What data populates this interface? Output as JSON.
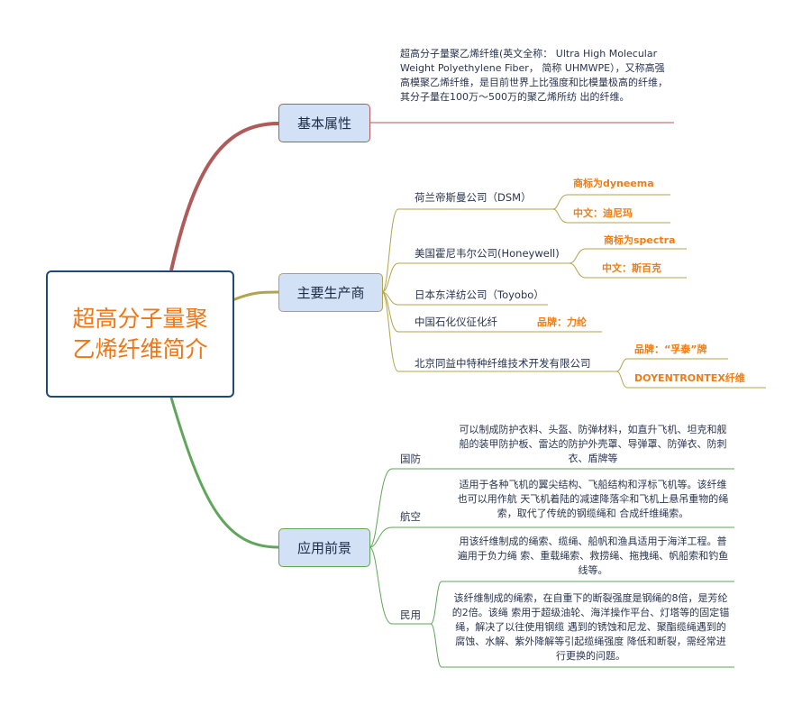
{
  "root": {
    "title": "超高分子量聚乙烯纤维简介"
  },
  "basic": {
    "label": "基本属性",
    "description": "超高分子量聚乙烯纤维(英文全称： Ultra High Molecular Weight Polyethylene Fiber，  简称 UHMWPE），又称高强高模聚乙烯纤维，是目前世界上比强度和比模量极高的纤维，其分子量在100万～500万的聚乙烯所纺   出的纤维。"
  },
  "producers": {
    "label": "主要生产商",
    "items": [
      {
        "name": "荷兰帝斯曼公司（DSM）",
        "details": [
          "商标为dyneema",
          "中文：迪尼玛"
        ]
      },
      {
        "name": "美国霍尼韦尔公司(Honeywell)",
        "details": [
          "商标为spectra",
          "中文：斯百克"
        ]
      },
      {
        "name": "日本东洋纺公司（Toyobo）",
        "details": []
      },
      {
        "name": "中国石化仪征化纤",
        "details": [
          "品牌：力纶"
        ]
      },
      {
        "name": "北京同益中特种纤维技术开发有限公司",
        "details": [
          "品牌：“孚泰”牌",
          "DOYENTRONTEX纤维"
        ]
      }
    ]
  },
  "applications": {
    "label": "应用前景",
    "items": [
      {
        "name": "国防",
        "texts": [
          "可以制成防护衣料、头盔、防弹材料，如直升飞机、坦克和舰船的装甲防护板、雷达的防护外壳罩、导弹罩、防弹衣、防刺衣、盾牌等"
        ]
      },
      {
        "name": "航空",
        "texts": [
          "适用于各种飞机的翼尖结构、飞船结构和浮标飞机等。该纤维也可以用作航  天飞机着陆的减速降落伞和飞机上悬吊重物的绳索，取代了传统的钢缆绳和  合成纤维绳索。"
        ]
      },
      {
        "name": "民用",
        "texts": [
          "用该纤维制成的绳索、缆绳、船帆和渔具适用于海洋工程。普遍用于负力绳  索、重载绳索、救捞绳、拖拽绳、帆船索和钓鱼线等。",
          "该纤维制成的绳索，在自重下的断裂强度是钢绳的8倍，是芳纶的2倍。该绳  索用于超级油轮、海洋操作平台、灯塔等的固定锚绳，解决了以往使用钢缆  遇到的锈蚀和尼龙、聚酯缆绳遇到的腐蚀、水解、紫外降解等引起缆绳强度  降低和断裂，需经常进行更换的问题。"
        ]
      }
    ]
  },
  "colors": {
    "root_border": "#1f4a78",
    "root_text": "#f07613",
    "branch_fill": "#d3e1f6",
    "basic_line": "#b05a5a",
    "producer_line": "#b2a44e",
    "app_line": "#5fa65a",
    "detail_text": "#f07d14"
  }
}
